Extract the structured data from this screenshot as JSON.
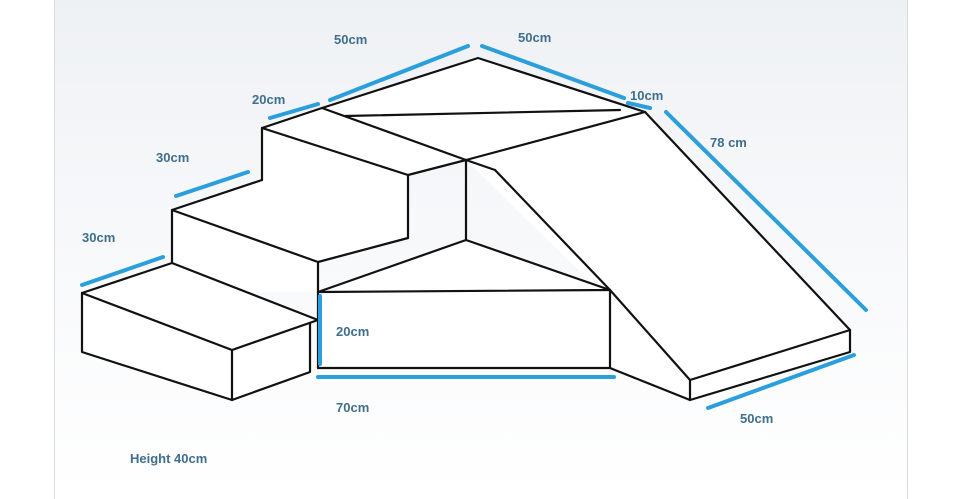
{
  "diagram": {
    "dimension_labels": {
      "top_left_width": "50cm",
      "top_right_width": "50cm",
      "top_step_depth": "20cm",
      "lip_depth": "10cm",
      "slide_length": "78 cm",
      "middle_step_depth": "30cm",
      "bottom_step_depth": "30cm",
      "front_block_height": "20cm",
      "front_block_length": "70cm",
      "slide_width": "50cm"
    },
    "note": "Height 40cm",
    "colors": {
      "dimension_line": "#2b9fdc",
      "label_text": "#3f6f8c",
      "outline": "#111111"
    }
  }
}
